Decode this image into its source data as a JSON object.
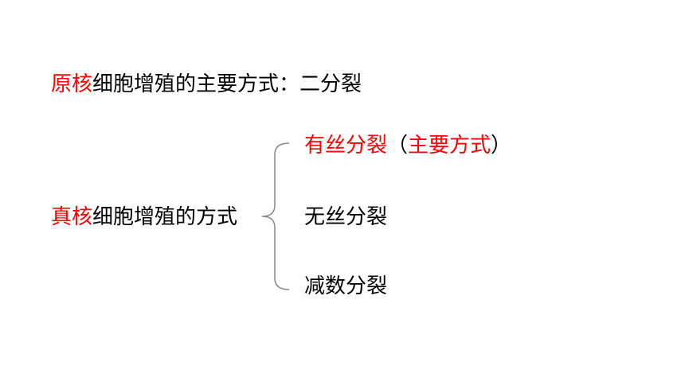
{
  "prokaryote": {
    "highlight": "原核",
    "rest": "细胞增殖的主要方式：二分裂"
  },
  "eukaryote": {
    "highlight": "真核",
    "rest": "细胞增殖的方式"
  },
  "methods": {
    "mitosis": {
      "label": "有丝分裂",
      "paren_open": "（",
      "note": "主要方式",
      "paren_close": "）"
    },
    "amitosis": {
      "label": "无丝分裂"
    },
    "meiosis": {
      "label": "减数分裂"
    }
  },
  "colors": {
    "highlight": "#ff0000",
    "text": "#000000",
    "brace": "#888888"
  }
}
